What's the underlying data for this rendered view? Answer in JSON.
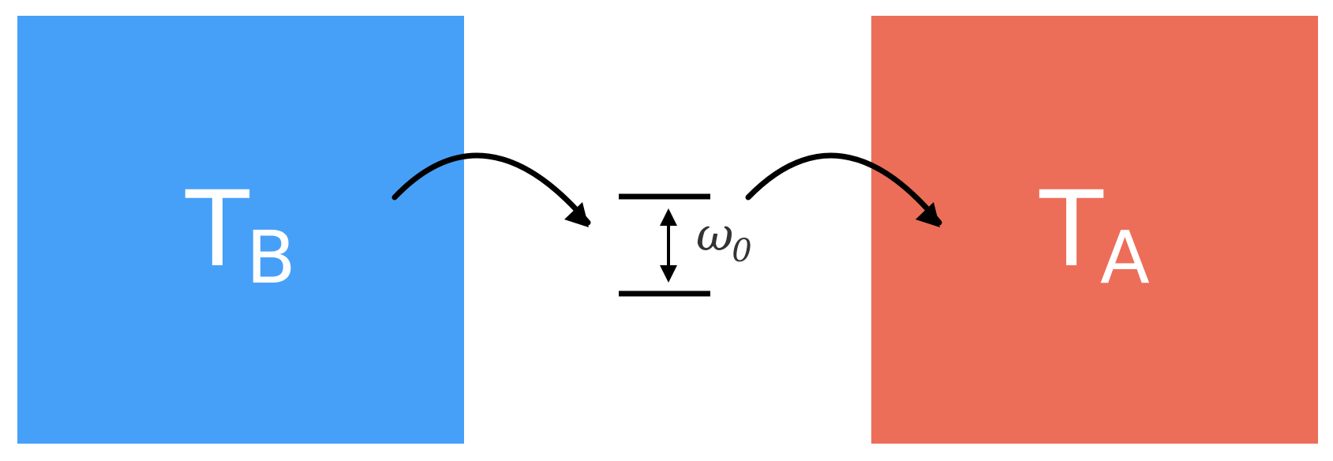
{
  "reservoir_b": {
    "label_main": "T",
    "label_sub": "B",
    "color": "#47A0F8"
  },
  "reservoir_a": {
    "label_main": "T",
    "label_sub": "A",
    "color": "#EC6E59"
  },
  "system": {
    "gap_label_main": "ω",
    "gap_label_sub": "0"
  },
  "icons": {
    "arrow_in": "curved-arrow-icon",
    "arrow_out": "curved-arrow-icon",
    "gap_arrow": "double-arrow-icon"
  },
  "colors": {
    "line": "#000000",
    "text_on_reservoir": "#ffffff"
  }
}
